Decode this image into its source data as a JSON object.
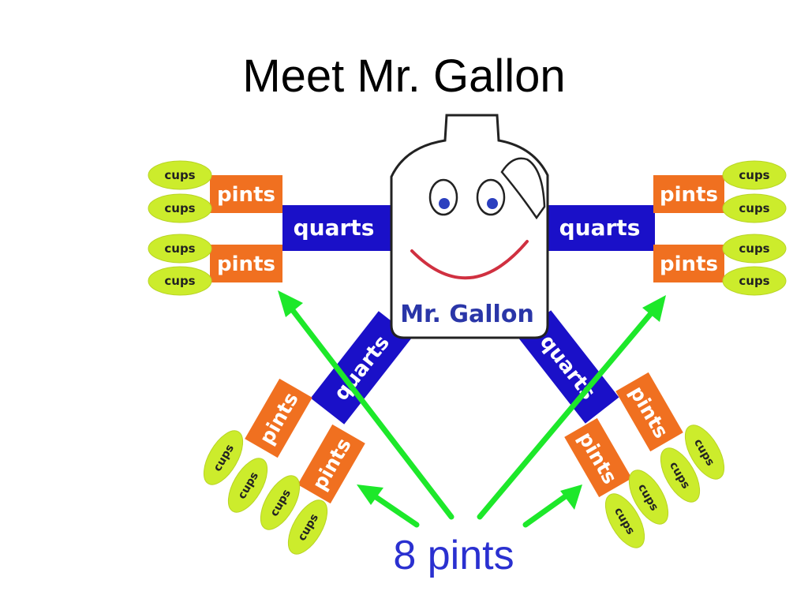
{
  "title": "Meet Mr. Gallon",
  "caption": "8 pints",
  "jug_label": "Mr. Gallon",
  "quart_label": "quarts",
  "pint_label": "pints",
  "cup_label": "cups",
  "colors": {
    "quart_fill": "#1a10c8",
    "pint_fill": "#f07020",
    "cup_fill": "#ccec2c",
    "cup_text": "#222222",
    "label_text": "#ffffff",
    "jug_outline": "#222222",
    "jug_text": "#2a36a8",
    "smile": "#d03040",
    "eye": "#2b3fbf",
    "arrow": "#1de82a",
    "caption": "#2a30d0"
  }
}
